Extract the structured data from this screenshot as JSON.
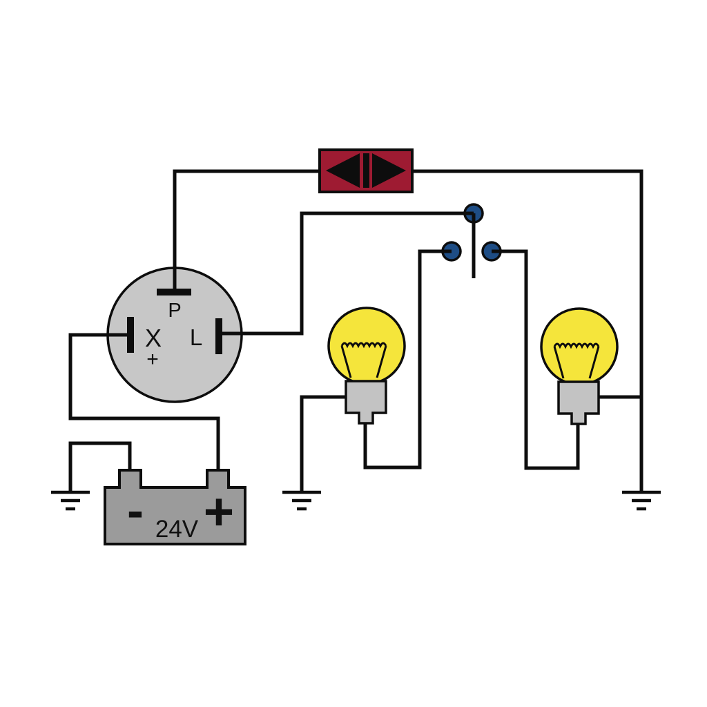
{
  "relay": {
    "label_p": "P",
    "label_x": "X",
    "label_l": "L",
    "label_plus": "+"
  },
  "battery": {
    "negative_label": "-",
    "positive_label": "+",
    "voltage_label": "24V"
  },
  "colors": {
    "background": "#ffffff",
    "wire": "#0d0d0d",
    "relay_fill": "#c7c7c7",
    "battery_fill": "#9b9b9b",
    "bulb_glass_fill": "#f5e53b",
    "bulb_base_fill": "#c3c3c3",
    "indicator_fill": "#9e1b32",
    "indicator_arrow": "#0d0d0d",
    "switch_contact_fill": "#1e4d85"
  }
}
